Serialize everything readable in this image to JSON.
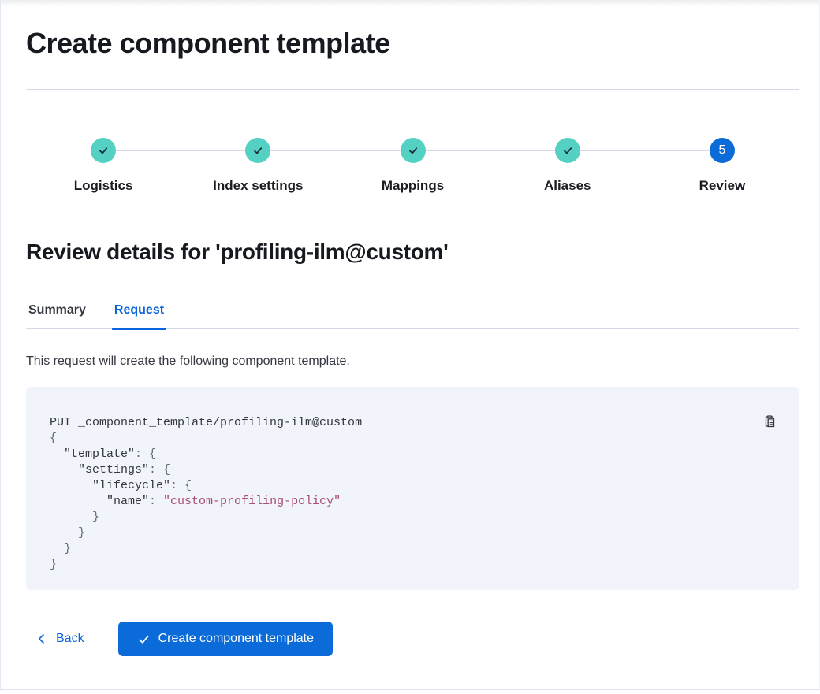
{
  "page": {
    "title": "Create component template"
  },
  "stepper": {
    "steps": [
      {
        "label": "Logistics",
        "status": "complete"
      },
      {
        "label": "Index settings",
        "status": "complete"
      },
      {
        "label": "Mappings",
        "status": "complete"
      },
      {
        "label": "Aliases",
        "status": "complete"
      },
      {
        "label": "Review",
        "status": "current",
        "number": "5"
      }
    ]
  },
  "review": {
    "heading": "Review details for 'profiling-ilm@custom'",
    "tabs": [
      {
        "label": "Summary",
        "selected": false
      },
      {
        "label": "Request",
        "selected": true
      }
    ],
    "description": "This request will create the following component template."
  },
  "code": {
    "lines": [
      [
        {
          "text": "PUT _component_template/profiling-ilm@custom",
          "type": "plain"
        }
      ],
      [
        {
          "text": "{",
          "type": "punc"
        }
      ],
      [
        {
          "text": "  ",
          "type": "plain"
        },
        {
          "text": "\"template\"",
          "type": "key"
        },
        {
          "text": ": {",
          "type": "punc"
        }
      ],
      [
        {
          "text": "    ",
          "type": "plain"
        },
        {
          "text": "\"settings\"",
          "type": "key"
        },
        {
          "text": ": {",
          "type": "punc"
        }
      ],
      [
        {
          "text": "      ",
          "type": "plain"
        },
        {
          "text": "\"lifecycle\"",
          "type": "key"
        },
        {
          "text": ": {",
          "type": "punc"
        }
      ],
      [
        {
          "text": "        ",
          "type": "plain"
        },
        {
          "text": "\"name\"",
          "type": "key"
        },
        {
          "text": ": ",
          "type": "punc"
        },
        {
          "text": "\"custom-profiling-policy\"",
          "type": "string"
        }
      ],
      [
        {
          "text": "      }",
          "type": "punc"
        }
      ],
      [
        {
          "text": "    }",
          "type": "punc"
        }
      ],
      [
        {
          "text": "  }",
          "type": "punc"
        }
      ],
      [
        {
          "text": "}",
          "type": "punc"
        }
      ]
    ]
  },
  "footer": {
    "back_label": "Back",
    "create_label": "Create component template"
  },
  "icons": {
    "step_complete": "check-icon",
    "copy": "copy-clipboard-icon",
    "back": "chevron-left-icon",
    "create": "check-icon"
  },
  "colors": {
    "primary_blue": "#0b64dd",
    "button_blue": "#0b6bd8",
    "step_complete_teal": "#54d1c2",
    "step_check_dark": "#1d2a3a",
    "code_background": "#f1f4fa",
    "code_string": "#a94c79",
    "code_punctuation": "#646a77",
    "border_gray": "#d3dae6",
    "heading_text": "#16191f",
    "body_text": "#343741"
  }
}
